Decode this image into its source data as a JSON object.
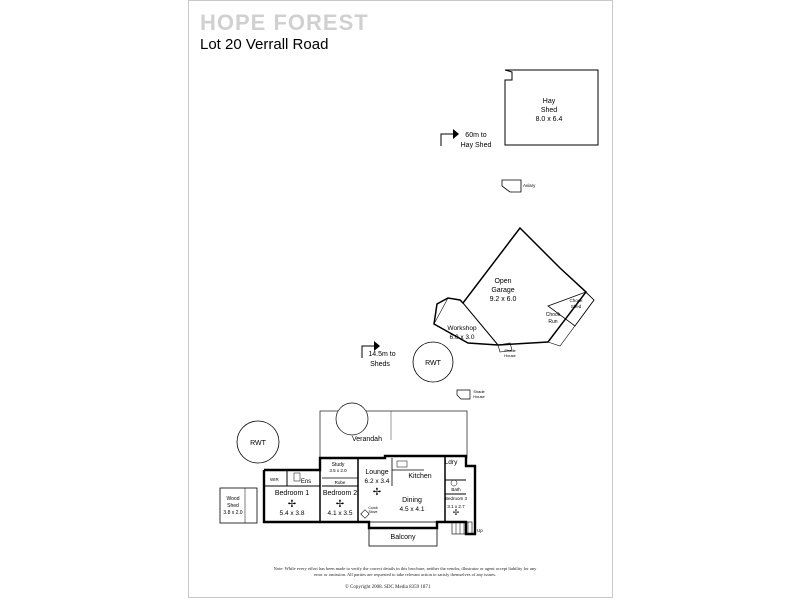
{
  "header": {
    "title": "HOPE FOREST",
    "subtitle": "Lot 20 Verrall Road"
  },
  "outbuildings": {
    "hay_shed": {
      "name": "Hay",
      "name2": "Shed",
      "size": "8.0 x 6.4"
    },
    "hay_shed_pointer": {
      "line1": "60m to",
      "line2": "Hay Shed"
    },
    "aviary": "Aviary",
    "open_garage": {
      "name": "Open",
      "name2": "Garage",
      "size": "9.2 x 6.0"
    },
    "workshop": {
      "name": "Workshop",
      "size": "6.0 x 3.0"
    },
    "chook_shed": {
      "line1": "Chook",
      "line2": "Shed"
    },
    "chook_run": {
      "line1": "Chook",
      "line2": "Run"
    },
    "shade_house_1": {
      "line1": "Shade",
      "line2": "House"
    },
    "shade_house_2": {
      "line1": "Shade",
      "line2": "House"
    },
    "sheds_pointer": {
      "line1": "14.5m to",
      "line2": "Sheds"
    },
    "rwt_sheds": "RWT",
    "rwt_house": "RWT",
    "wood_shed": {
      "name": "Wood",
      "name2": "Shed",
      "size": "3.8 x 2.0"
    }
  },
  "house": {
    "verandah": "Verandah",
    "balcony": "Balcony",
    "study": {
      "name": "Study",
      "size": "3.5 x 2.0"
    },
    "lounge": {
      "name": "Lounge",
      "size": "6.2 x 3.4"
    },
    "kitchen": "Kitchen",
    "ldry": "Ldry",
    "dining": {
      "name": "Dining",
      "size": "4.5 x 4.1"
    },
    "bedroom1": {
      "name": "Bedroom 1",
      "size": "5.4 x 3.8"
    },
    "bedroom2": {
      "name": "Bedroom 2",
      "size": "4.1 x 3.5"
    },
    "bedroom3": {
      "name": "Bedroom 3",
      "size": "3.1 x 2.7"
    },
    "wir": "WIR",
    "ens": "Ens",
    "robe": "Robe",
    "bath": "Bath",
    "up": "Up",
    "comb_stove": {
      "line1": "Comb",
      "line2": "Stove"
    }
  },
  "footer": {
    "note": "Note: While every effort has been made to verify the correct details in this brochure, neither the vendor, illustrator or agent accept liability for any error or omission. All parties are requested to take relevant action to satisfy themselves of any issues.",
    "copyright": "© Copyright 2008. SDC Media 8359 1871"
  },
  "colors": {
    "wall": "#000000",
    "outline": "#333333",
    "title_grey": "#d0d0d0"
  }
}
